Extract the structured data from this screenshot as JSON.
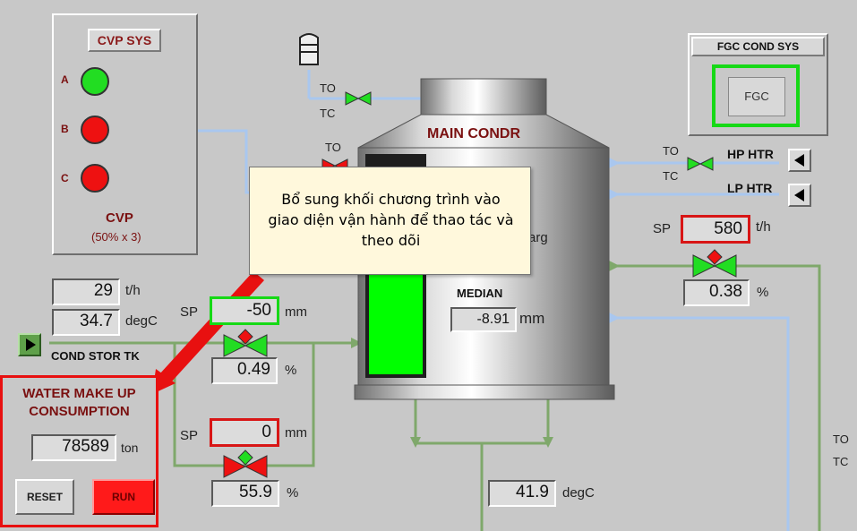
{
  "cvp_panel": {
    "title": "CVP SYS",
    "pumps": [
      {
        "label": "A",
        "state": "running",
        "color": "#22dd22"
      },
      {
        "label": "B",
        "state": "stopped",
        "color": "#ee1111"
      },
      {
        "label": "C",
        "state": "stopped",
        "color": "#ee1111"
      }
    ],
    "footer_name": "CVP",
    "footer_config": "(50% x 3)"
  },
  "fgc_panel": {
    "title": "FGC COND SYS",
    "button_label": "FGC"
  },
  "main_condenser": {
    "title": "MAIN CONDR",
    "median_label": "MEDIAN",
    "median_value": "-8.91",
    "median_unit": "mm",
    "partial_text": "arg",
    "level_color": "#00ff00"
  },
  "tooltip": {
    "text": "Bổ sung khối chương trình vào giao diện vận hành để thao tác và theo dõi"
  },
  "top_valve": {
    "to_label": "TO",
    "tc_label": "TC"
  },
  "left_valve_to": "TO",
  "right_inputs": {
    "to_label": "TO",
    "tc_label": "TC",
    "hp_htr": "HP HTR",
    "lp_htr": "LP HTR",
    "sp_label": "SP",
    "sp_value": "580",
    "sp_unit": "t/h",
    "valve_pct": "0.38",
    "pct_unit": "%"
  },
  "cond_stor": {
    "flow_value": "29",
    "flow_unit": "t/h",
    "temp_value": "34.7",
    "temp_unit": "degC",
    "label": "COND STOR TK"
  },
  "valve1": {
    "sp_label": "SP",
    "sp_value": "-50",
    "sp_unit": "mm",
    "pct_value": "0.49",
    "pct_unit": "%"
  },
  "valve2": {
    "sp_label": "SP",
    "sp_value": "0",
    "sp_unit": "mm",
    "pct_value": "55.9",
    "pct_unit": "%"
  },
  "outlet": {
    "temp_value": "41.9",
    "temp_unit": "degC"
  },
  "far_right": {
    "to_label": "TO",
    "tc_label": "TC"
  },
  "makeup": {
    "title": "WATER MAKE UP CONSUMPTION",
    "value": "78589",
    "unit": "ton",
    "reset_label": "RESET",
    "run_label": "RUN"
  },
  "colors": {
    "pipe_blue": "#a9c7ef",
    "pipe_green": "#7fa86b",
    "highlight_red": "#e81010",
    "tooltip_bg": "#fff8dc"
  }
}
